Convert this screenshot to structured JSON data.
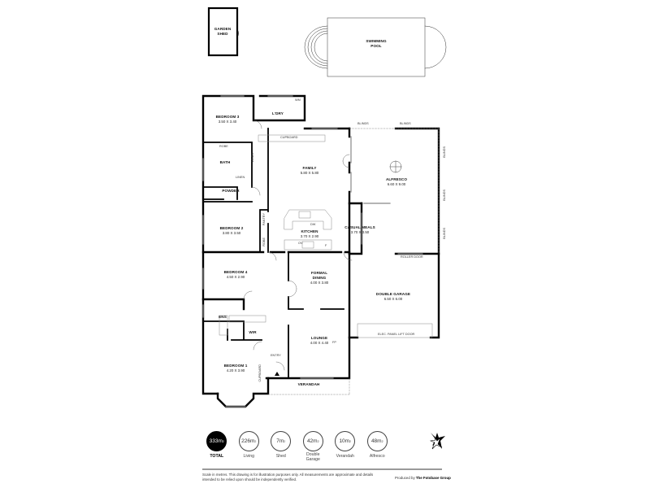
{
  "plan": {
    "outbuildings": {
      "garden_shed": "GARDEN\nSHED",
      "swimming_pool": "SWIMMING\nPOOL"
    },
    "rooms": [
      {
        "id": "bedroom3",
        "name": "BEDROOM 3",
        "dims": "3.50 X 3.40"
      },
      {
        "id": "laundry",
        "name": "L'DRY",
        "dims": ""
      },
      {
        "id": "bath",
        "name": "BATH",
        "dims": ""
      },
      {
        "id": "powder",
        "name": "POWDER",
        "dims": ""
      },
      {
        "id": "family",
        "name": "FAMILY",
        "dims": "5.80 X 5.80"
      },
      {
        "id": "alfresco",
        "name": "ALFRESCO",
        "dims": "6.60 X 9.00"
      },
      {
        "id": "bedroom2",
        "name": "BEDROOM 2",
        "dims": "3.80 X 3.50"
      },
      {
        "id": "kitchen",
        "name": "KITCHEN",
        "dims": "3.70 X 2.90"
      },
      {
        "id": "casual_meals",
        "name": "CASUAL MEALS",
        "dims": "3.70 X 3.50"
      },
      {
        "id": "bedroom4",
        "name": "BEDROOM 4",
        "dims": "4.50 X 2.90"
      },
      {
        "id": "formal_dining",
        "name": "FORMAL\nDINING",
        "dims": "4.00 X 3.80"
      },
      {
        "id": "double_garage",
        "name": "DOUBLE GARAGE",
        "dims": "6.50 X 6.00"
      },
      {
        "id": "ens",
        "name": "ENS",
        "dims": ""
      },
      {
        "id": "wir",
        "name": "WIR",
        "dims": ""
      },
      {
        "id": "lounge",
        "name": "LOUNGE",
        "dims": "4.00 X 4.40"
      },
      {
        "id": "bedroom1",
        "name": "BEDROOM 1",
        "dims": "4.20 X 3.90"
      },
      {
        "id": "verandah",
        "name": "VERANDAH",
        "dims": ""
      },
      {
        "id": "entry",
        "name": "ENTRY",
        "dims": ""
      }
    ],
    "annotations": {
      "wm": "WM",
      "cupboard": "CUPBOARD",
      "robe": "ROBE",
      "linen1": "LINEN",
      "linen2": "LINEN",
      "pantry": "PANTRY",
      "robe2": "ROBE",
      "dw": "DW",
      "ov": "OV",
      "fridge": "F",
      "blinds": "BLINDS",
      "roller_door": "ROLLER DOOR",
      "panel_lift_door": "ELEC. PANEL LIFT DOOR",
      "fireplace": "FP",
      "cupboard2": "CUPBOARD"
    }
  },
  "areas": [
    {
      "value": "333m",
      "sup": "2",
      "label": "TOTAL",
      "is_total": true
    },
    {
      "value": "226m",
      "sup": "2",
      "label": "Living"
    },
    {
      "value": "7m",
      "sup": "2",
      "label": "Shed"
    },
    {
      "value": "42m",
      "sup": "2",
      "label": "Double\nGarage"
    },
    {
      "value": "10m",
      "sup": "2",
      "label": "Verandah"
    },
    {
      "value": "48m",
      "sup": "2",
      "label": "Alfresco"
    }
  ],
  "footer": {
    "disclaimer": "Scale in metres. This drawing is for illustration purposes only. All measurements are approximate and details intended to be relied upon should be independently verified.",
    "produced_by_prefix": "Produced by ",
    "produced_by_name": "The Fotobase Group"
  },
  "colors": {
    "wall": "#000000",
    "thin_line": "#777777",
    "total_fill": "#000000",
    "rule": "#999999"
  }
}
